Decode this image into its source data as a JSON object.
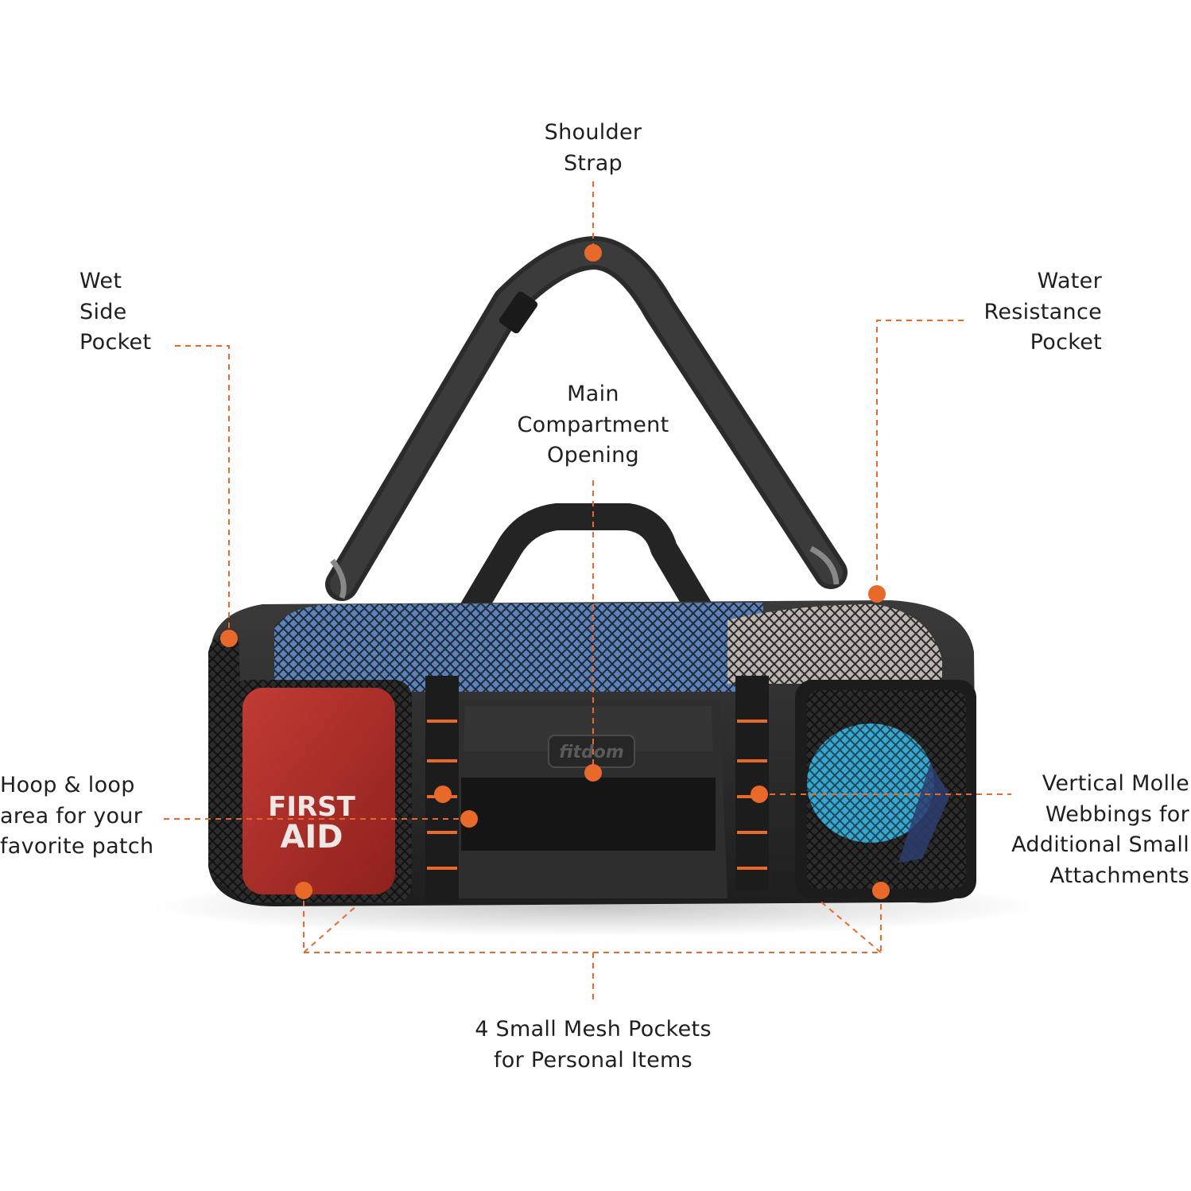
{
  "accent_color": "#e8692a",
  "callouts": {
    "shoulder_strap": [
      "Shoulder",
      "Strap"
    ],
    "wet_side_pocket": [
      "Wet",
      "Side",
      "Pocket"
    ],
    "water_resistance_pocket": [
      "Water",
      "Resistance",
      "Pocket"
    ],
    "main_compartment": [
      "Main",
      "Compartment",
      "Opening"
    ],
    "hoop_loop": [
      "Hoop & loop",
      "area for your",
      "favorite patch"
    ],
    "vertical_molle": [
      "Vertical Molle",
      "Webbings for",
      "Additional Small",
      "Attachments"
    ],
    "mesh_pockets": [
      "4 Small Mesh Pockets",
      "for Personal Items"
    ]
  },
  "product": {
    "logo_text": "fitdom",
    "kit_text": [
      "FIRST",
      "AID"
    ]
  }
}
